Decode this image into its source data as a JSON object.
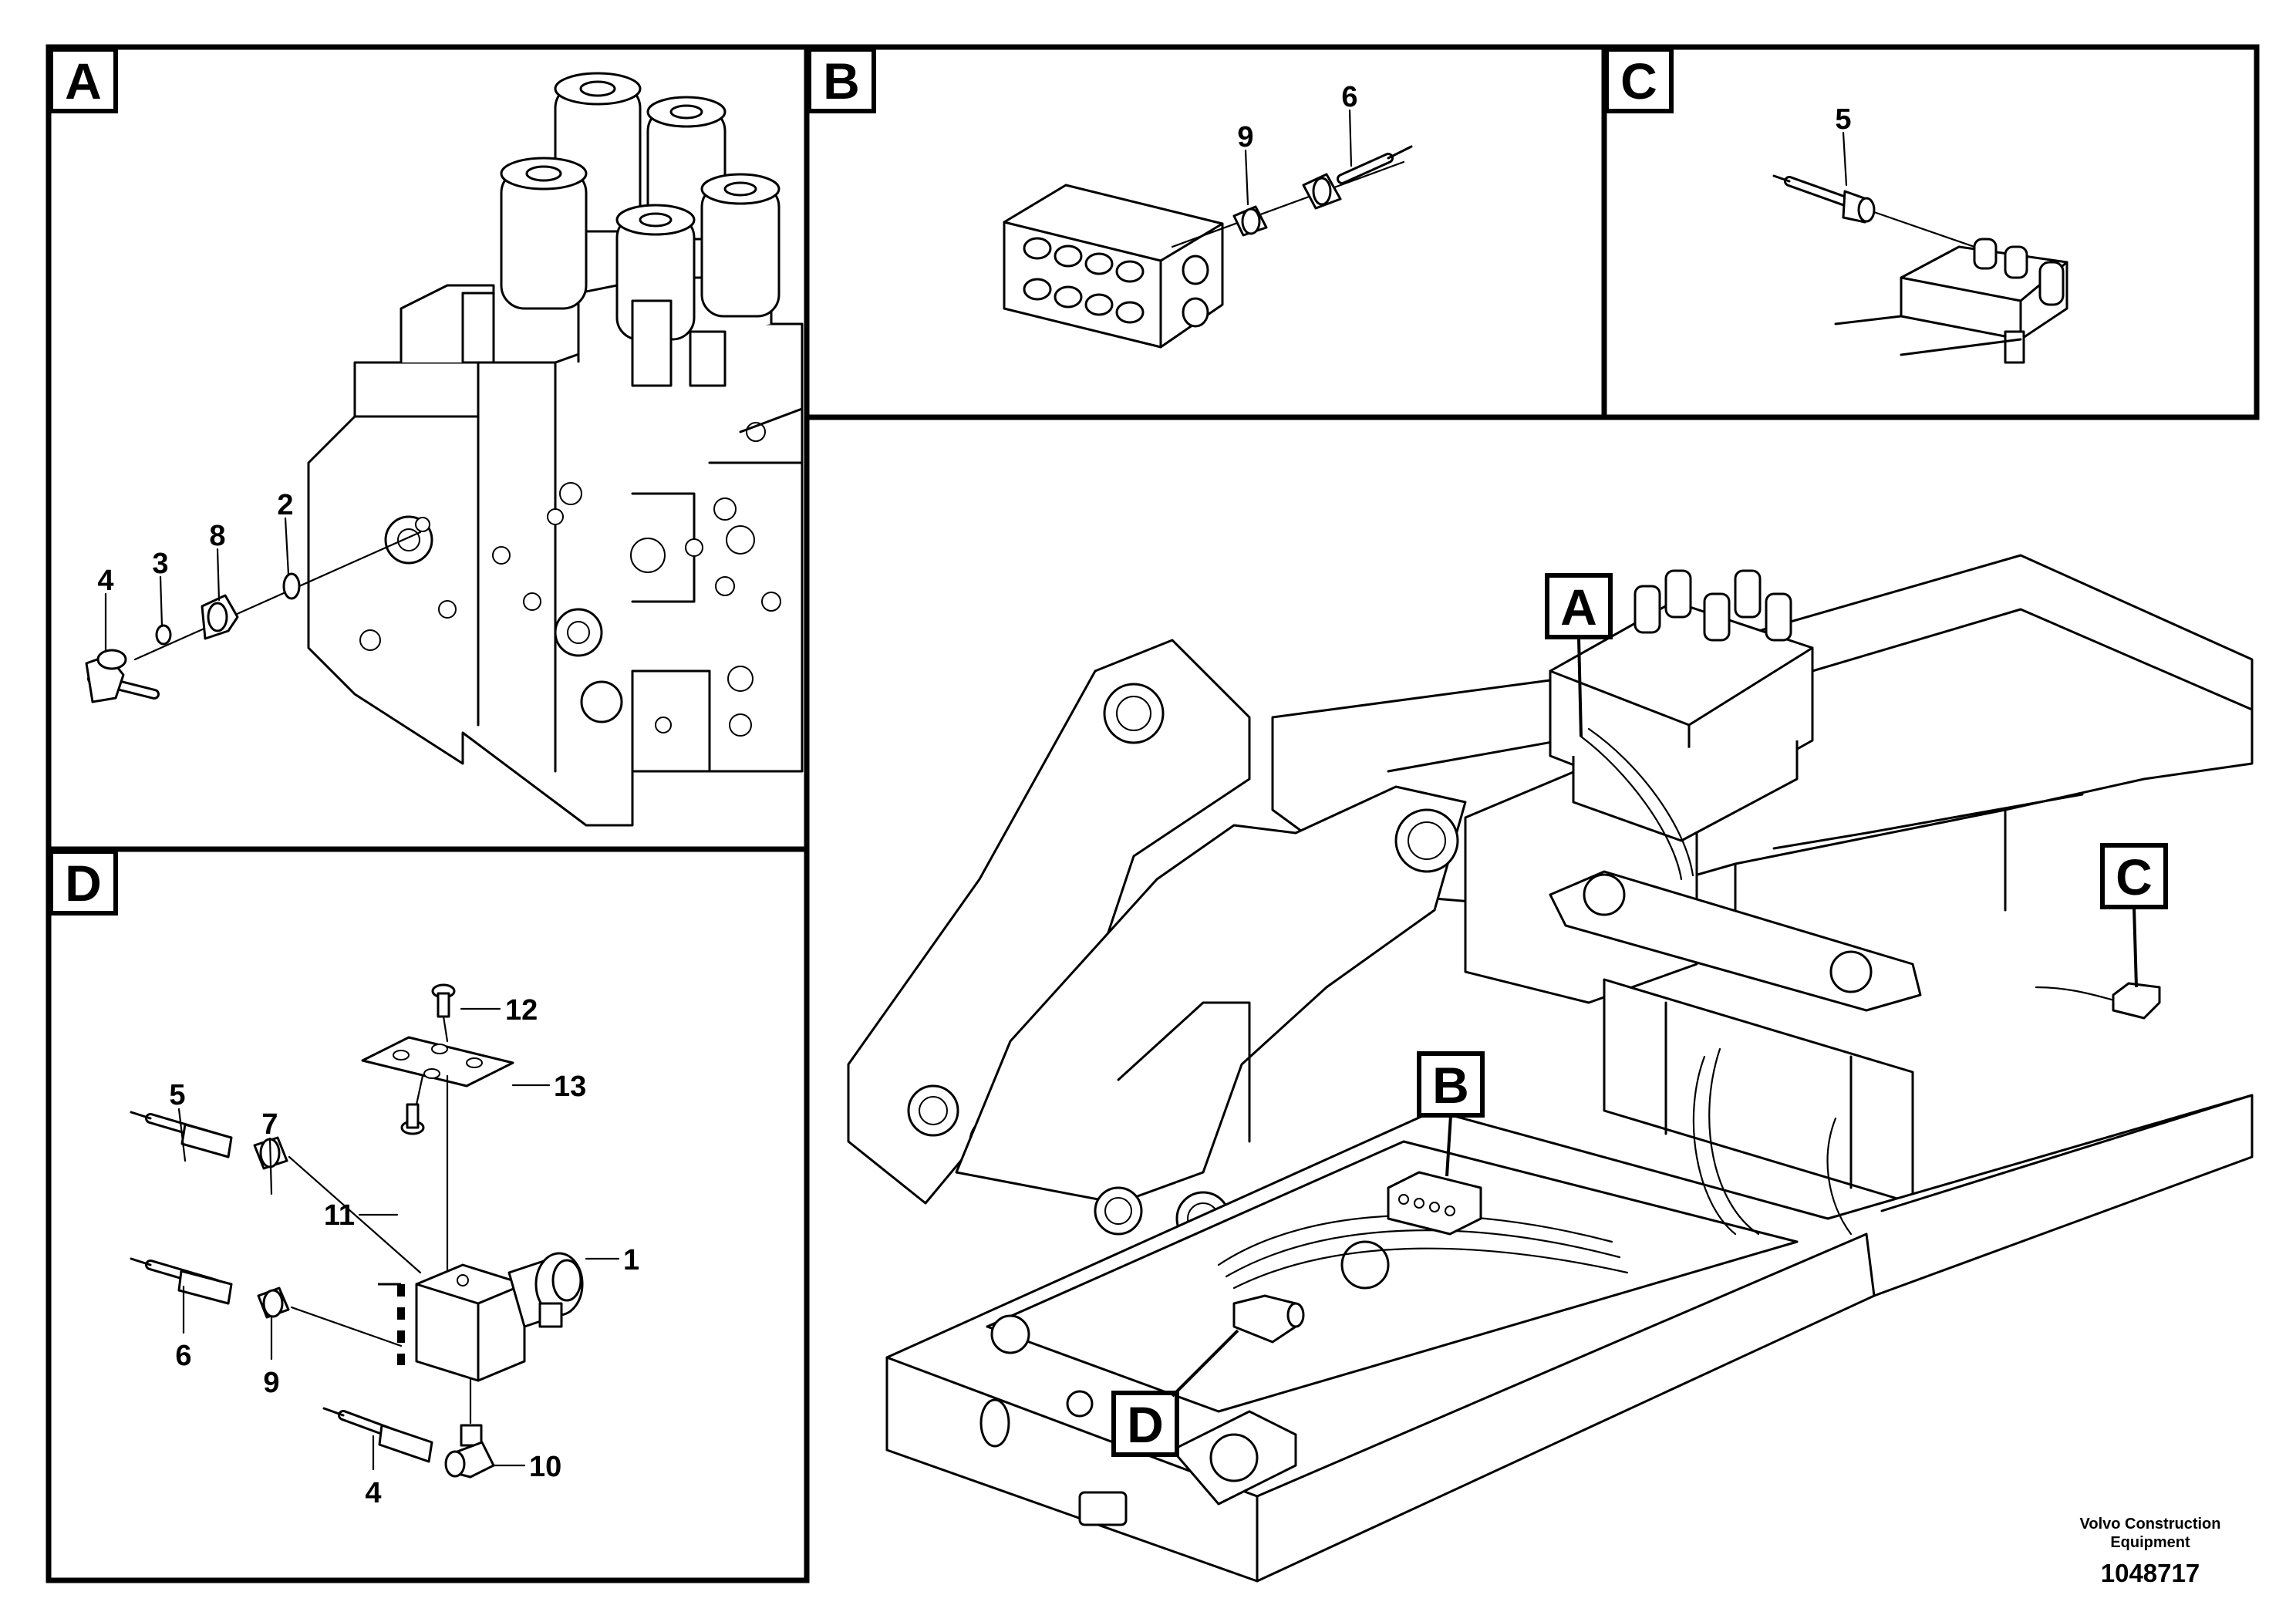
{
  "panels": {
    "A": {
      "letter": "A",
      "callouts": [
        "4",
        "3",
        "8",
        "2"
      ]
    },
    "B": {
      "letter": "B",
      "callouts": [
        "9",
        "6"
      ]
    },
    "C": {
      "letter": "C",
      "callouts": [
        "5"
      ]
    },
    "D": {
      "letter": "D",
      "callouts": [
        "12",
        "13",
        "5",
        "7",
        "11",
        "1",
        "6",
        "9",
        "4",
        "10"
      ]
    }
  },
  "overview": {
    "location_tags": [
      "A",
      "B",
      "C",
      "D"
    ]
  },
  "footer": {
    "credit_line1": "Volvo Construction",
    "credit_line2": "Equipment",
    "document_number": "1048717"
  }
}
